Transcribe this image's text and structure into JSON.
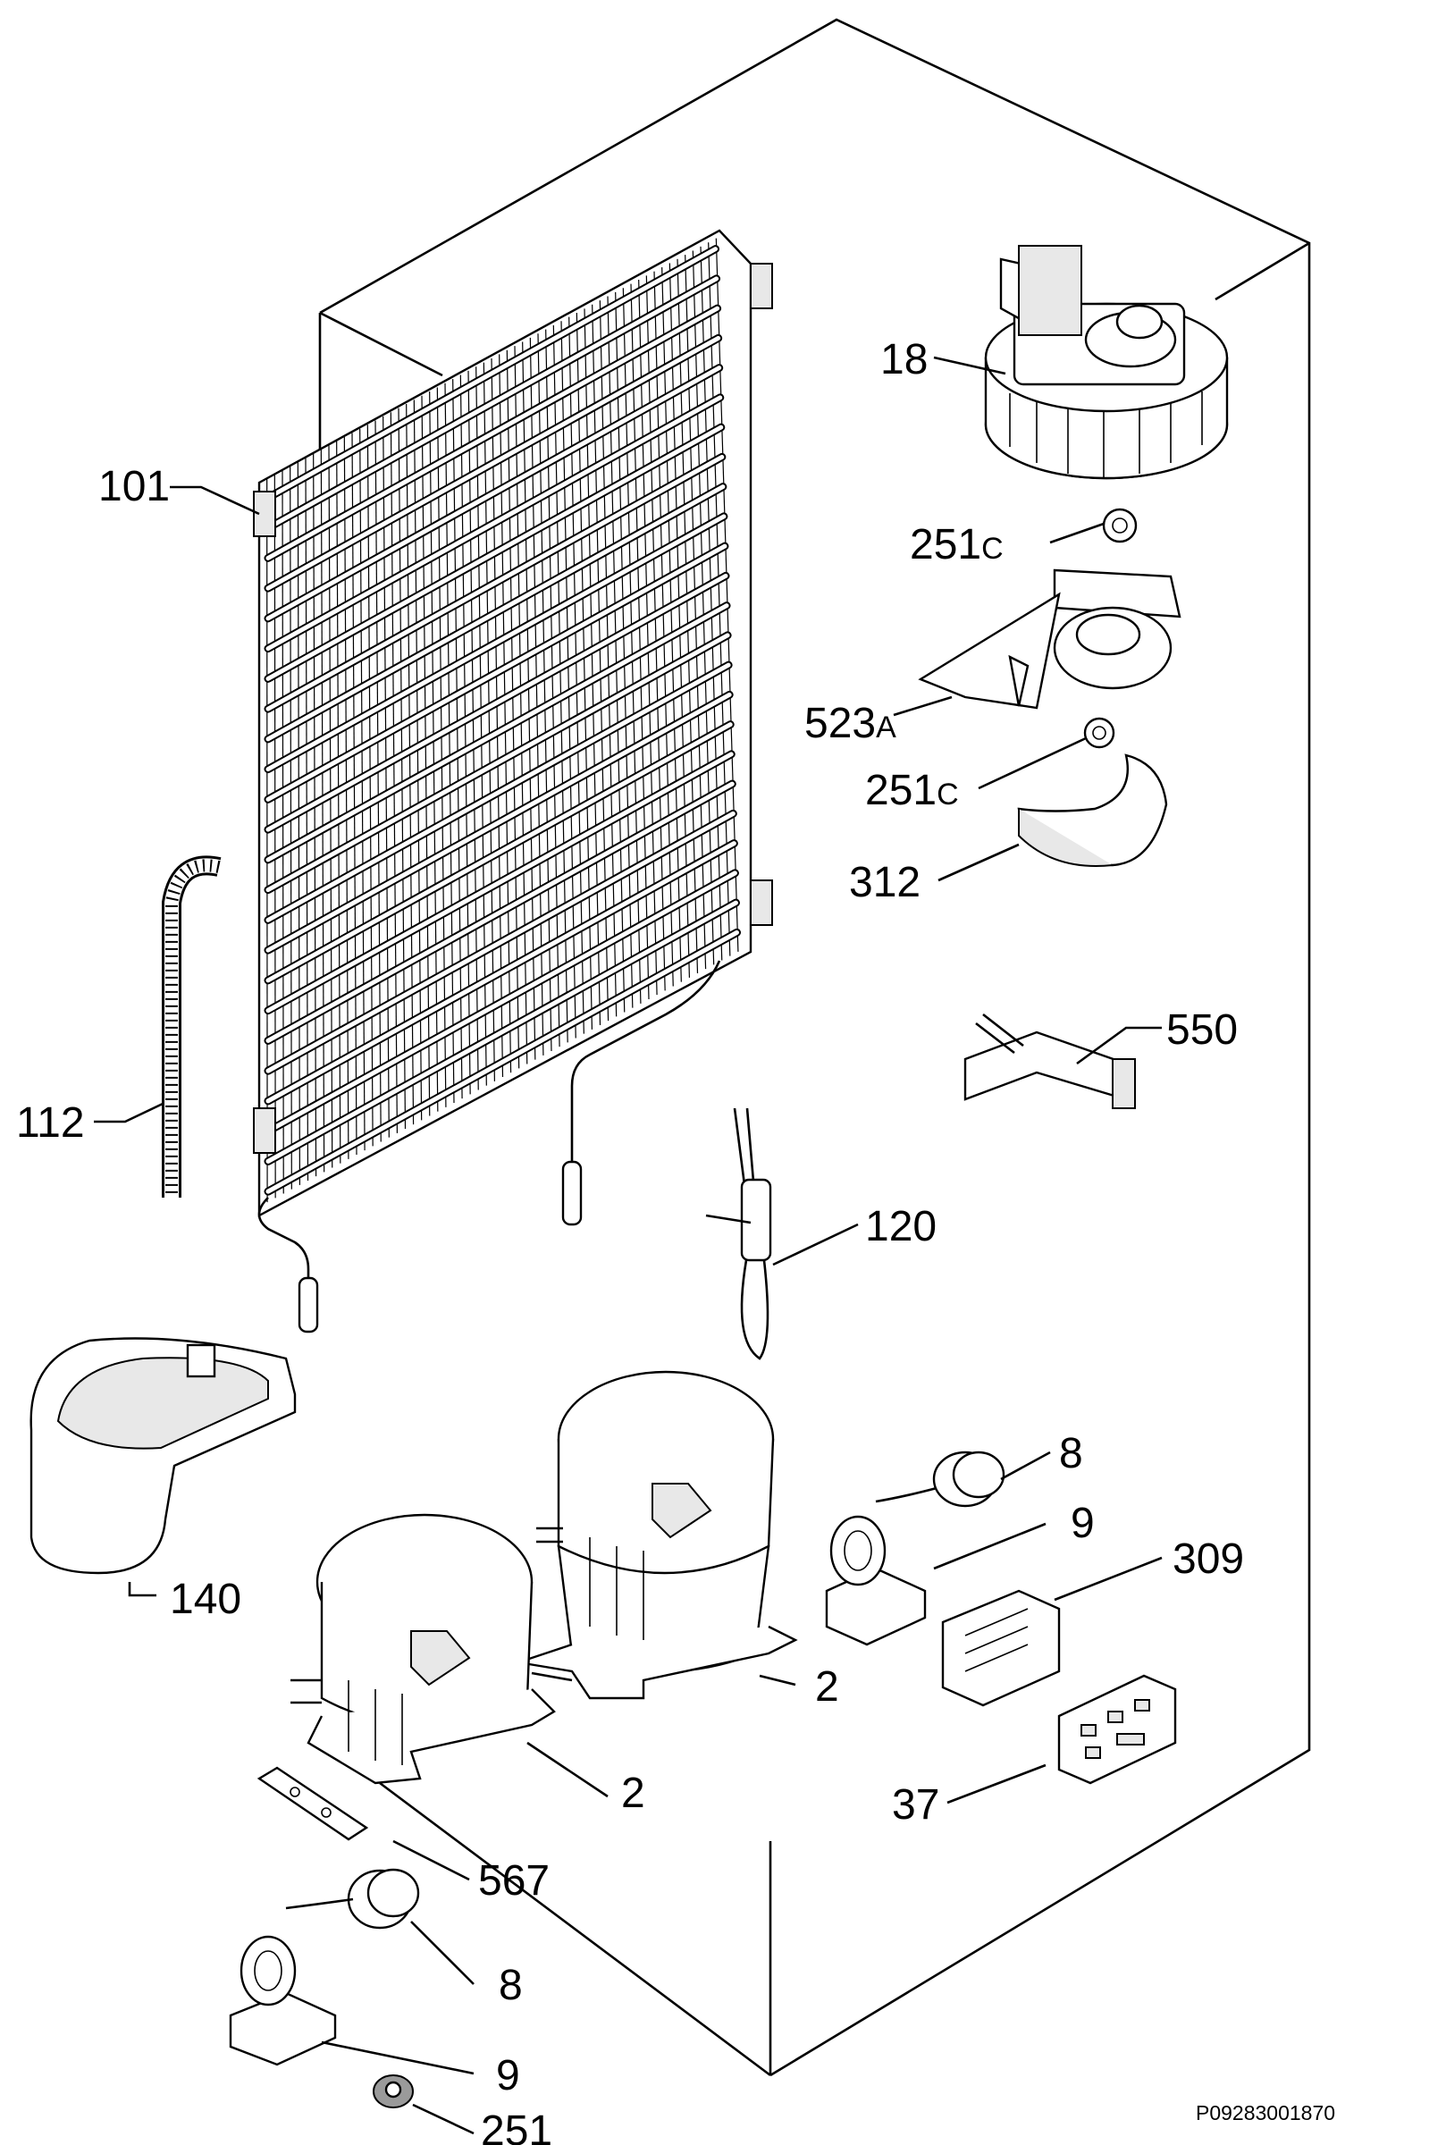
{
  "diagram_code": "P09283001870",
  "callouts": [
    {
      "id": "18",
      "text": "18"
    },
    {
      "id": "101",
      "text": "101"
    },
    {
      "id": "251c_top",
      "text": "251",
      "suffix": "C"
    },
    {
      "id": "523a",
      "text": "523",
      "suffix": "A"
    },
    {
      "id": "251c_mid",
      "text": "251",
      "suffix": "C"
    },
    {
      "id": "312",
      "text": "312"
    },
    {
      "id": "550",
      "text": "550"
    },
    {
      "id": "112",
      "text": "112"
    },
    {
      "id": "120",
      "text": "120"
    },
    {
      "id": "8_top",
      "text": "8"
    },
    {
      "id": "140",
      "text": "140"
    },
    {
      "id": "9_top",
      "text": "9"
    },
    {
      "id": "309",
      "text": "309"
    },
    {
      "id": "2_right",
      "text": "2"
    },
    {
      "id": "2_left",
      "text": "2"
    },
    {
      "id": "37",
      "text": "37"
    },
    {
      "id": "567",
      "text": "567"
    },
    {
      "id": "8_bottom",
      "text": "8"
    },
    {
      "id": "9_bottom",
      "text": "9"
    },
    {
      "id": "251_bottom",
      "text": "251"
    }
  ]
}
